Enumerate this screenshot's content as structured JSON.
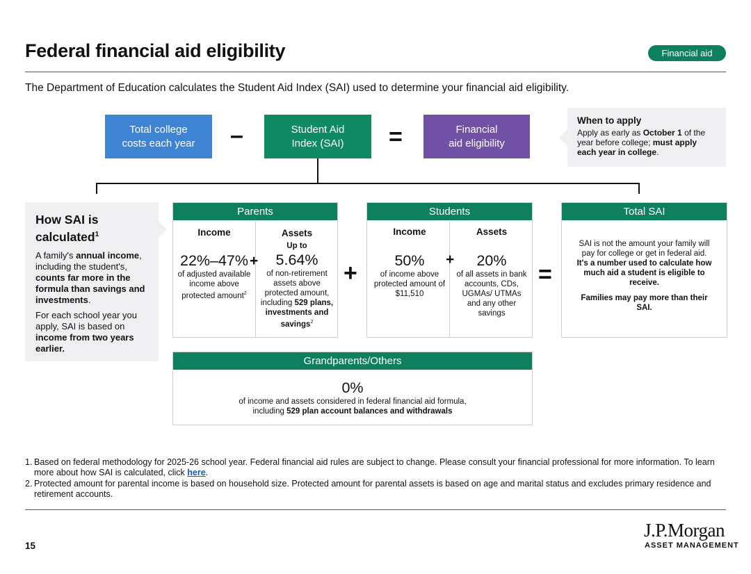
{
  "header": {
    "title": "Federal financial aid eligibility",
    "badge": "Financial aid",
    "subtitle": "The Department of Education calculates the Student Aid Index (SAI) used to determine your financial aid eligibility."
  },
  "formula": {
    "box1": [
      "Total college",
      "costs each year"
    ],
    "op1": "–",
    "box2": [
      "Student Aid",
      "Index (SAI)"
    ],
    "op2": "=",
    "box3": [
      "Financial",
      "aid eligibility"
    ]
  },
  "callout": {
    "title": "When to apply",
    "t1": "Apply as early as ",
    "b1": "October 1",
    "t2": " of the year before college; ",
    "b2": "must apply each year in college",
    "t3": "."
  },
  "sidebar": {
    "title": "How SAI is calculated",
    "sup": "1",
    "p1a": "A family's ",
    "p1b": "annual income",
    "p1c": ", including the student's, ",
    "p1d": "counts far more in the formula than savings and investments",
    "p1e": ".",
    "p2a": "For each school year you apply, SAI is based on ",
    "p2b": "income from two years earlier."
  },
  "parents": {
    "header": "Parents",
    "income_label": "Income",
    "income_value": "22%–47%",
    "plus": "+",
    "income_desc": "of adjusted available income above protected amount",
    "income_sup": "2",
    "assets_label": "Assets",
    "assets_prefix": "Up to",
    "assets_value": "5.64%",
    "assets_desc": "of non-retirement assets above protected amount, including ",
    "assets_desc_bold": "529 plans, investments and savings",
    "assets_sup": "2"
  },
  "big_plus": "+",
  "students": {
    "header": "Students",
    "income_label": "Income",
    "income_value": "50%",
    "plus": "+",
    "income_desc": "of income above protected amount of $11,510",
    "assets_label": "Assets",
    "assets_value": "20%",
    "assets_desc": "of all assets in bank accounts, CDs, UGMAs/ UTMAs and any other savings"
  },
  "big_equals": "=",
  "total": {
    "header": "Total SAI",
    "p1": "SAI is not the amount your family will pay for college or get in federal aid. ",
    "p1b": "It's a number used to calculate how much aid a student is eligible to receive.",
    "p2": "Families may pay more than their SAI."
  },
  "grandparents": {
    "header": "Grandparents/Others",
    "value": "0%",
    "desc": "of income and assets considered in federal financial aid formula,",
    "desc2a": "including ",
    "desc2b": "529 plan account balances and withdrawals"
  },
  "notes": {
    "n1_num": "1.",
    "n1": "Based on federal methodology for 2025-26 school year. Federal financial aid rules are subject to change. Please consult your financial professional  for more information. To learn more about how SAI is calculated, click ",
    "n1_link": "here",
    "n1_end": ".",
    "n2_num": "2.",
    "n2": "Protected amount for parental income is based on household size. Protected amount for parental assets is based on age and marital status and excludes primary residence and retirement accounts."
  },
  "footer": {
    "page": "15",
    "logo": "J.P.Morgan",
    "logo_sub": "ASSET MANAGEMENT"
  },
  "colors": {
    "green": "#0e7f5f",
    "blue": "#3f84d2",
    "teal": "#0f8a63",
    "purple": "#7151a6"
  }
}
